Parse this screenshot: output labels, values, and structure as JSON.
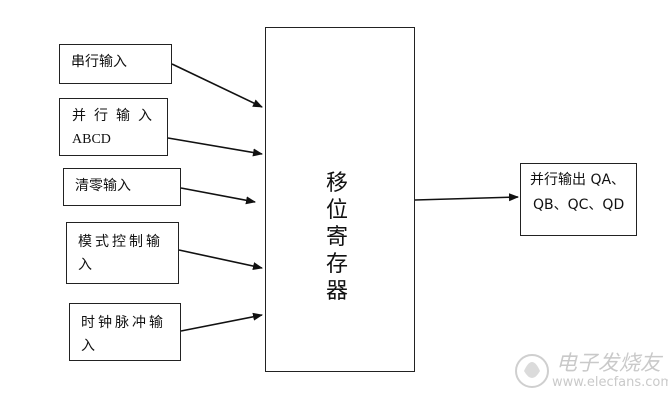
{
  "inputs": {
    "serial": "串行输入",
    "parallel_line1": "并行输入",
    "parallel_line2": "ABCD",
    "clear": "清零输入",
    "mode_line1": "模式控制输",
    "mode_line2": "入",
    "clock_line1": "时钟脉冲输",
    "clock_line2": "入"
  },
  "register": {
    "char1": "移",
    "char2": "位",
    "char3": "寄",
    "char4": "存",
    "char5": "器"
  },
  "output": {
    "line1": "并行输出 QA、",
    "line2": "QB、QC、QD"
  },
  "watermark": {
    "text": "电子发烧友",
    "sub": "www.elecfans.com"
  }
}
